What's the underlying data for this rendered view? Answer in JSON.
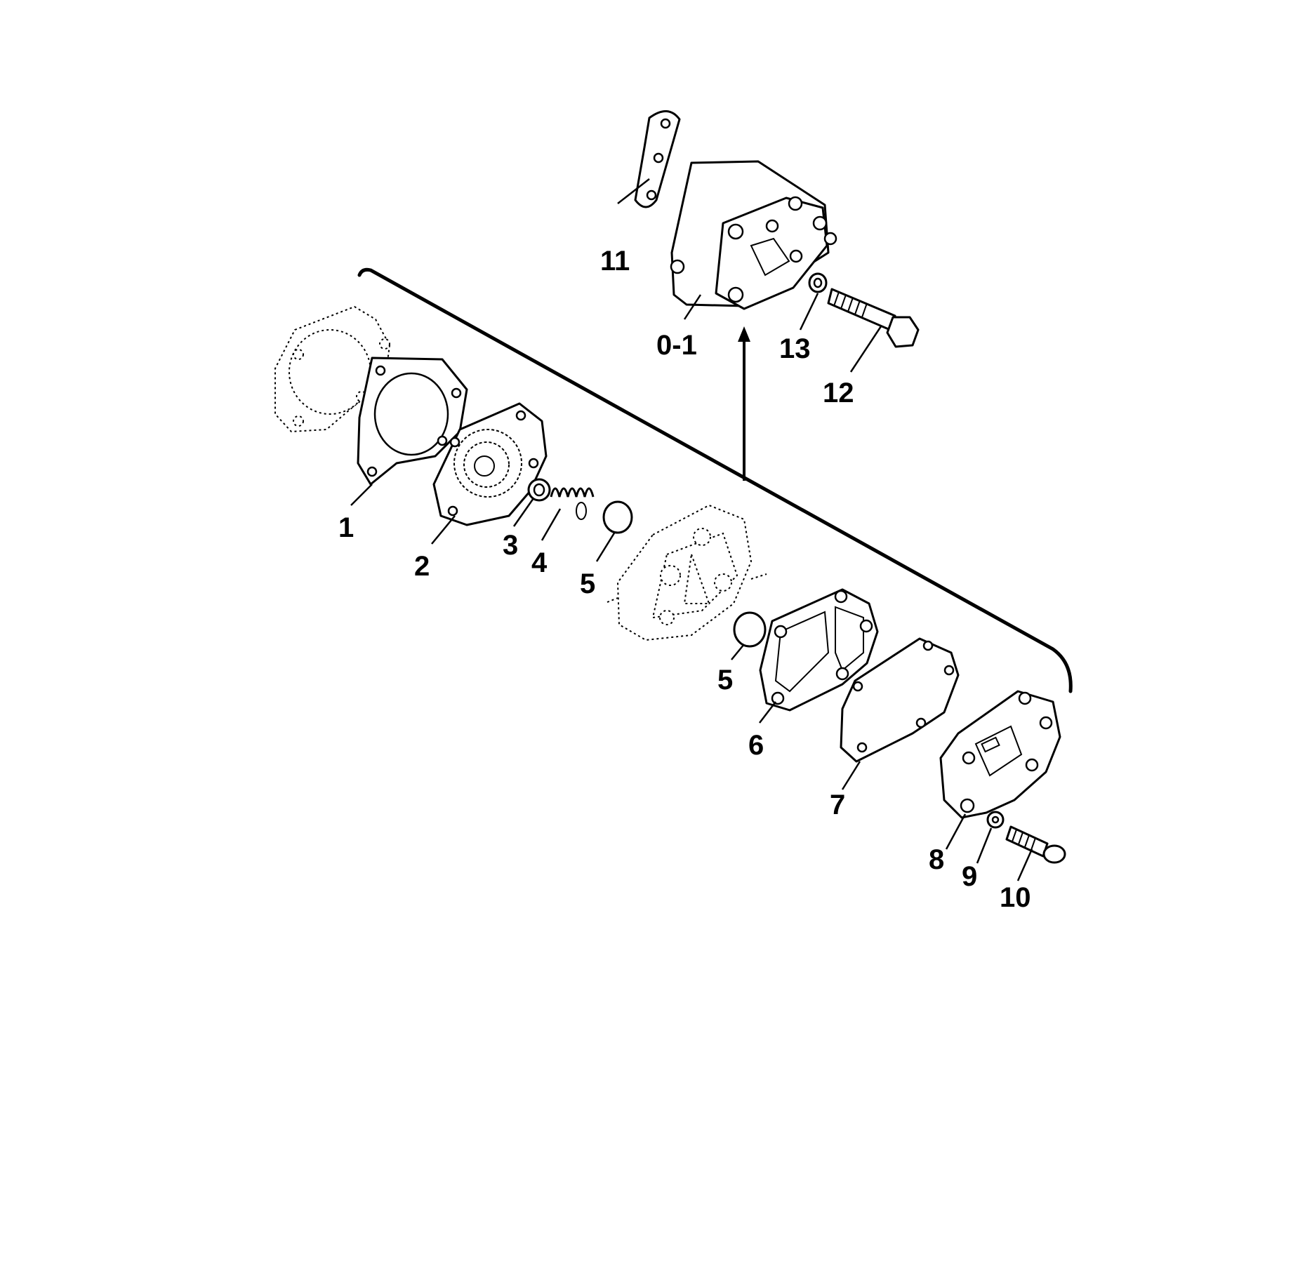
{
  "callouts": {
    "part_0_1": "0-1",
    "part_1": "1",
    "part_2": "2",
    "part_3": "3",
    "part_4": "4",
    "part_5a": "5",
    "part_5b": "5",
    "part_6": "6",
    "part_7": "7",
    "part_8": "8",
    "part_9": "9",
    "part_10": "10",
    "part_11": "11",
    "part_12": "12",
    "part_13": "13"
  }
}
